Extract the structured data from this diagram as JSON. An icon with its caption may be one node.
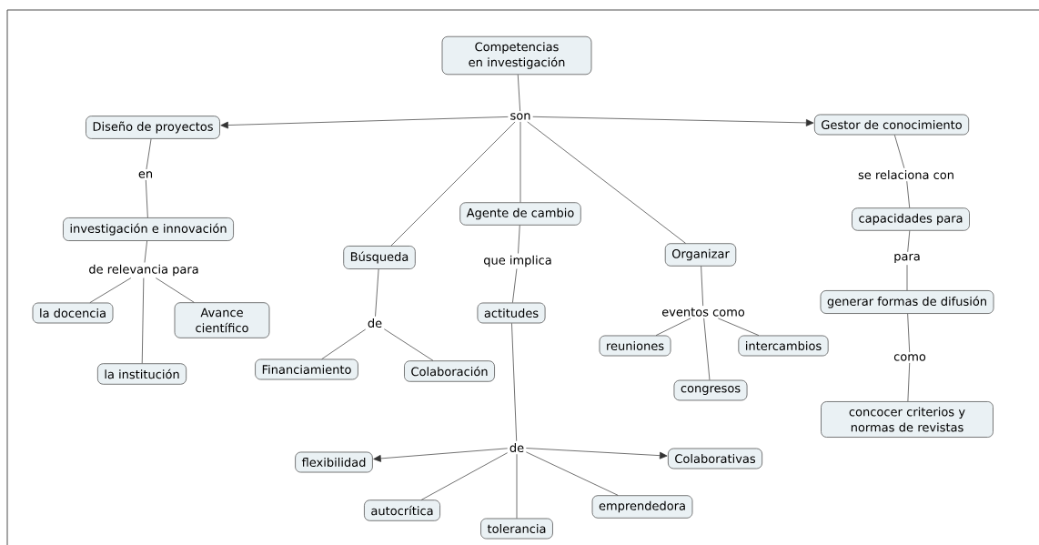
{
  "diagram": {
    "nodes": [
      {
        "text": [
          "Competencias en investigación"
        ]
      },
      {
        "text": [
          "son"
        ]
      },
      {
        "text": [
          "Diseño de proyectos"
        ]
      },
      {
        "text": [
          "Gestor de conocimiento"
        ]
      },
      {
        "text": [
          "en"
        ]
      },
      {
        "text": [
          "se relaciona con"
        ]
      },
      {
        "text": [
          "investigación e innovación"
        ]
      },
      {
        "text": [
          "Agente de cambio"
        ]
      },
      {
        "text": [
          "capacidades para"
        ]
      },
      {
        "text": [
          "Búsqueda"
        ]
      },
      {
        "text": [
          "Organizar"
        ]
      },
      {
        "text": [
          "que implica"
        ]
      },
      {
        "text": [
          "para"
        ]
      },
      {
        "text": [
          "de relevancia para"
        ]
      },
      {
        "text": [
          "actitudes"
        ]
      },
      {
        "text": [
          "generar formas de difusión"
        ]
      },
      {
        "text": [
          "eventos como"
        ]
      },
      {
        "text": [
          "la docencia"
        ]
      },
      {
        "text": [
          "Avance científico"
        ]
      },
      {
        "text": [
          "de"
        ]
      },
      {
        "text": [
          "reuniones"
        ]
      },
      {
        "text": [
          "intercambios"
        ]
      },
      {
        "text": [
          "como"
        ]
      },
      {
        "text": [
          "la institución"
        ]
      },
      {
        "text": [
          "Financiamiento"
        ]
      },
      {
        "text": [
          "Colaboración"
        ]
      },
      {
        "text": [
          "congresos"
        ]
      },
      {
        "text": [
          "concocer criterios y normas de revistas"
        ]
      },
      {
        "text": [
          "de"
        ]
      },
      {
        "text": [
          "flexibilidad"
        ]
      },
      {
        "text": [
          "Colaborativas"
        ]
      },
      {
        "text": [
          "autocrítica"
        ]
      },
      {
        "text": [
          "emprendedora"
        ]
      },
      {
        "text": [
          "tolerancia"
        ]
      }
    ],
    "edges": [
      {
        "from": 0,
        "to": 1,
        "arrow": "none"
      },
      {
        "from": 1,
        "to": 2,
        "arrow": "to"
      },
      {
        "from": 1,
        "to": 3,
        "arrow": "to"
      },
      {
        "from": 1,
        "to": 9,
        "arrow": "none"
      },
      {
        "from": 1,
        "to": 7,
        "arrow": "none"
      },
      {
        "from": 1,
        "to": 10,
        "arrow": "none"
      },
      {
        "from": 2,
        "to": 4,
        "arrow": "none"
      },
      {
        "from": 4,
        "to": 6,
        "arrow": "none"
      },
      {
        "from": 3,
        "to": 5,
        "arrow": "none"
      },
      {
        "from": 5,
        "to": 8,
        "arrow": "none"
      },
      {
        "from": 6,
        "to": 13,
        "arrow": "none"
      },
      {
        "from": 13,
        "to": 17,
        "arrow": "none"
      },
      {
        "from": 13,
        "to": 23,
        "arrow": "none"
      },
      {
        "from": 13,
        "to": 18,
        "arrow": "none"
      },
      {
        "from": 7,
        "to": 11,
        "arrow": "none"
      },
      {
        "from": 11,
        "to": 14,
        "arrow": "none"
      },
      {
        "from": 8,
        "to": 12,
        "arrow": "none"
      },
      {
        "from": 12,
        "to": 15,
        "arrow": "none"
      },
      {
        "from": 9,
        "to": 19,
        "arrow": "none"
      },
      {
        "from": 19,
        "to": 24,
        "arrow": "none"
      },
      {
        "from": 19,
        "to": 25,
        "arrow": "none"
      },
      {
        "from": 10,
        "to": 16,
        "arrow": "none"
      },
      {
        "from": 16,
        "to": 20,
        "arrow": "none"
      },
      {
        "from": 16,
        "to": 21,
        "arrow": "none"
      },
      {
        "from": 16,
        "to": 26,
        "arrow": "none"
      },
      {
        "from": 15,
        "to": 22,
        "arrow": "none"
      },
      {
        "from": 22,
        "to": 27,
        "arrow": "none"
      },
      {
        "from": 14,
        "to": 28,
        "arrow": "none"
      },
      {
        "from": 28,
        "to": 29,
        "arrow": "to"
      },
      {
        "from": 28,
        "to": 30,
        "arrow": "to"
      },
      {
        "from": 28,
        "to": 31,
        "arrow": "none"
      },
      {
        "from": 28,
        "to": 32,
        "arrow": "none"
      },
      {
        "from": 28,
        "to": 33,
        "arrow": "none"
      }
    ]
  }
}
